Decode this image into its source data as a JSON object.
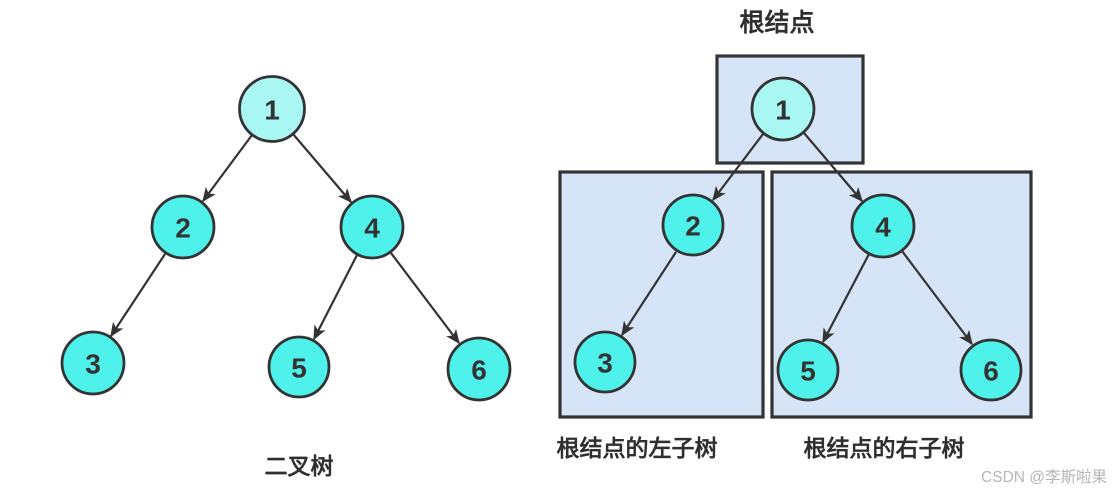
{
  "page": {
    "background": "#ffffff",
    "watermark": "CSDN @李斯啦果"
  },
  "colors": {
    "node_fill": "#4ef2ea",
    "root_node_fill": "#a8f7f2",
    "node_stroke": "#333333",
    "box_fill": "#d5e4f7",
    "box_stroke": "#333333",
    "edge": "#333333",
    "label_text": "#2f2f2f",
    "watermark_text": "#b5b5b5"
  },
  "tree_structure": {
    "root": "1",
    "edges": [
      [
        "1",
        "2"
      ],
      [
        "1",
        "4"
      ],
      [
        "2",
        "3"
      ],
      [
        "4",
        "5"
      ],
      [
        "4",
        "6"
      ]
    ],
    "left_subtree_nodes": [
      "2",
      "3"
    ],
    "right_subtree_nodes": [
      "4",
      "5",
      "6"
    ]
  },
  "node_labels": [
    "1",
    "2",
    "3",
    "4",
    "5",
    "6"
  ],
  "left_diagram": {
    "caption": "二叉树"
  },
  "right_diagram": {
    "root_annotation": "根结点",
    "left_subtree_caption": "根结点的左子树",
    "right_subtree_caption": "根结点的右子树"
  }
}
